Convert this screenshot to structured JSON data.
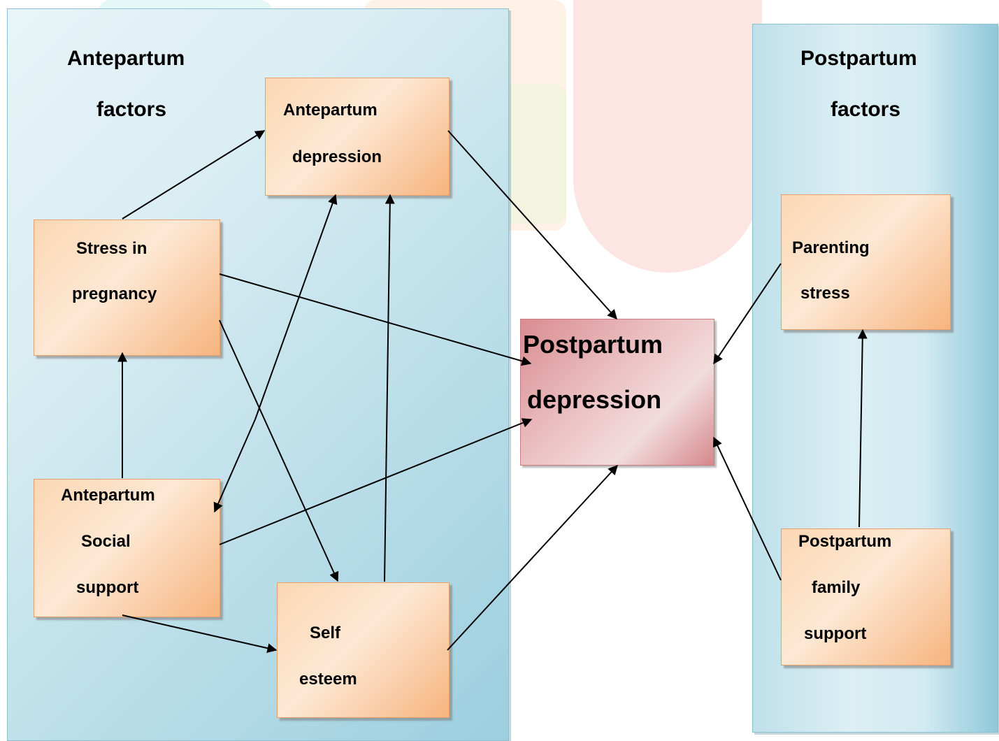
{
  "panels": {
    "left_title_line1": "Antepartum",
    "left_title_line2": "factors",
    "right_title_line1": "Postpartum",
    "right_title_line2": "factors"
  },
  "nodes": {
    "antepartum_depression": [
      "Antepartum",
      "depression"
    ],
    "stress_in_pregnancy": [
      "Stress in",
      "pregnancy"
    ],
    "antepartum_social_support": [
      "Antepartum",
      "Social",
      "support"
    ],
    "self_esteem": [
      "Self",
      "esteem"
    ],
    "postpartum_depression": [
      "Postpartum",
      "depression"
    ],
    "parenting_stress": [
      "Parenting",
      "stress"
    ],
    "postpartum_family_support": [
      "Postpartum",
      "family",
      "support"
    ]
  },
  "edges": [
    {
      "from": "stress_in_pregnancy",
      "to": "antepartum_depression"
    },
    {
      "from": "stress_in_pregnancy",
      "to": "postpartum_depression"
    },
    {
      "from": "stress_in_pregnancy",
      "to": "self_esteem"
    },
    {
      "from": "antepartum_social_support",
      "to": "stress_in_pregnancy"
    },
    {
      "from": "antepartum_social_support",
      "to": "antepartum_depression"
    },
    {
      "from": "antepartum_depression",
      "to": "antepartum_social_support"
    },
    {
      "from": "antepartum_social_support",
      "to": "postpartum_depression"
    },
    {
      "from": "antepartum_social_support",
      "to": "self_esteem"
    },
    {
      "from": "self_esteem",
      "to": "antepartum_depression"
    },
    {
      "from": "self_esteem",
      "to": "postpartum_depression"
    },
    {
      "from": "antepartum_depression",
      "to": "postpartum_depression"
    },
    {
      "from": "parenting_stress",
      "to": "postpartum_depression"
    },
    {
      "from": "postpartum_family_support",
      "to": "parenting_stress"
    },
    {
      "from": "postpartum_family_support",
      "to": "postpartum_depression"
    }
  ],
  "colors": {
    "panel": "#bfe0ea",
    "node": "#fbd7b3",
    "outcome_node": "#ecc3c5",
    "arrow": "#000000"
  }
}
